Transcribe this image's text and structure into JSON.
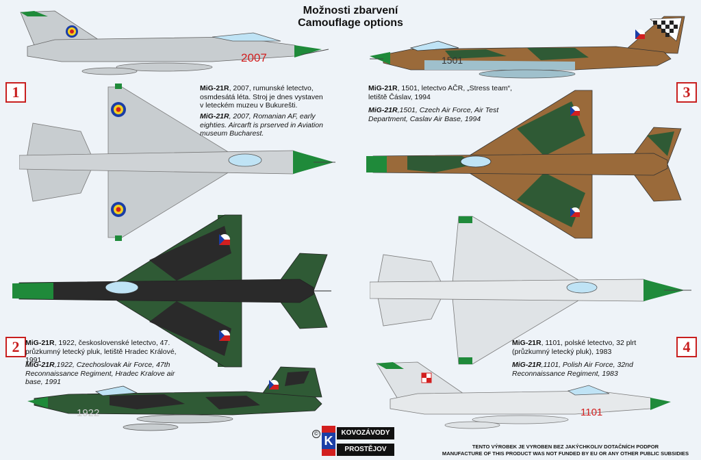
{
  "title": {
    "line1": "Možnosti zbarvení",
    "line2": "Camouflage options"
  },
  "options": [
    {
      "number": "1",
      "serial": "2007",
      "cz_bold": "MiG-21R",
      "cz_text": ", 2007, rumunské letectvo, osmdesátá léta. Stroj je dnes vystaven v leteckém muzeu v Bukurešti.",
      "en_bold": "MiG-21R",
      "en_text": ", 2007, Romanian AF, early eighties. Aircarft is prserved in Aviation museum Bucharest."
    },
    {
      "number": "2",
      "serial": "1922",
      "cz_bold": "MiG-21R",
      "cz_text": ", 1922, československé letectvo, 47. průzkumný letecký pluk, letiště Hradec Králové, 1991",
      "en_bold": "MiG-21R",
      "en_text": ",1922, Czechoslovak Air Force, 47th Reconnaissance Regiment, Hradec Kralove air base, 1991"
    },
    {
      "number": "3",
      "serial": "1501",
      "cz_bold": "MiG-21R",
      "cz_text": ", 1501, letectvo AČR, „Stress team“, letiště Čáslav, 1994",
      "en_bold": "MiG-21R",
      "en_text": ",1501, Czech Air Force, Air Test Department, Caslav Air Base, 1994"
    },
    {
      "number": "4",
      "serial": "1101",
      "cz_bold": "MiG-21R",
      "cz_text": ", 1101, polské letectvo, 32 plrt (průzkumný letecký pluk), 1983",
      "en_bold": "MiG-21R",
      "en_text": ",1101, Polish Air Force, 32nd Reconnaissance Regiment, 1983"
    }
  ],
  "logo": {
    "top": "KOVOZÁVODY",
    "bottom": "PROSTĚJOV",
    "letter": "K"
  },
  "footer": {
    "line1": "TENTO VÝROBEK JE VYROBEN BEZ JAKÝCHKOLIV DOTAČNÍCH PODPOR",
    "line2": "MANUFACTURE OF THIS PRODUCT WAS NOT FUNDED BY EU OR ANY OTHER PUBLIC SUBSIDIES"
  },
  "colors": {
    "grey": "#c8cdd0",
    "green_nose": "#1f8a3a",
    "brown": "#9a6a3a",
    "dark_green": "#1f4a2c",
    "camo_green": "#2f5a35",
    "camo_dark": "#2a2a2a",
    "silver": "#dfe3e6",
    "canopy": "#bfe3f5",
    "red": "#d21f1f"
  },
  "icons": {
    "roundel_ro": "romania-roundel",
    "roundel_cz": "czech-roundel",
    "roundel_pl": "poland-checker"
  }
}
